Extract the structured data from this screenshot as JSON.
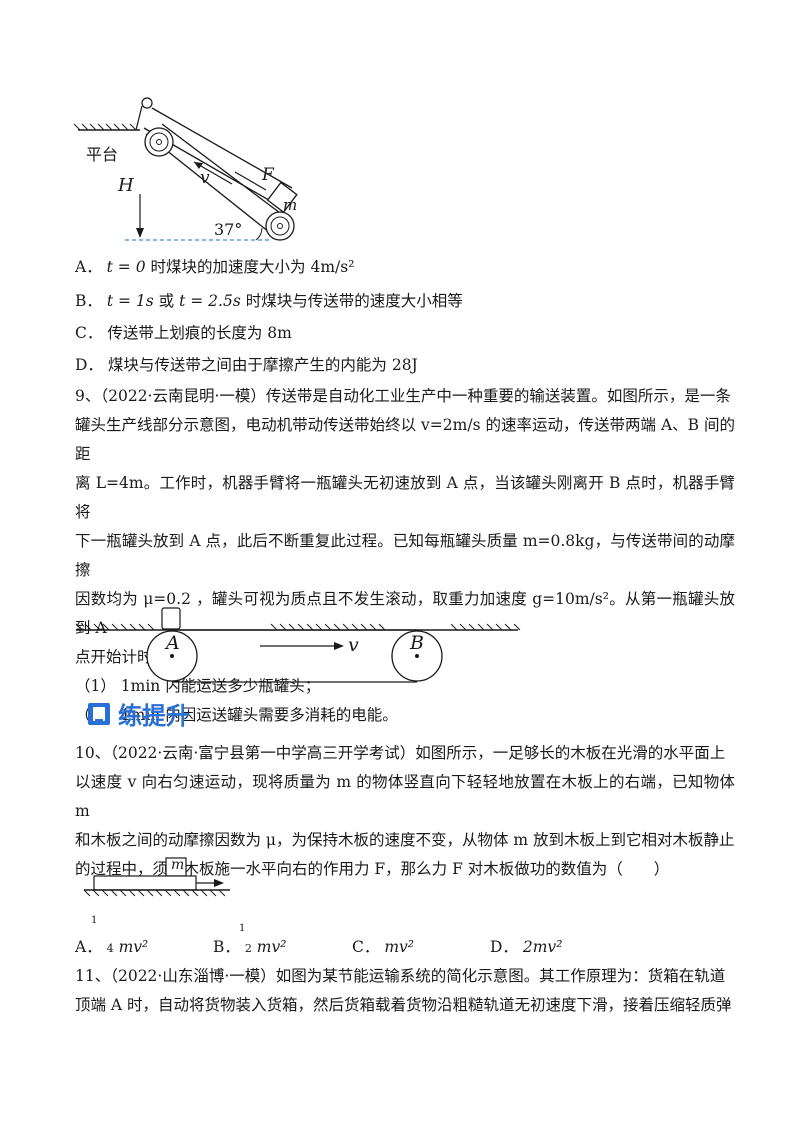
{
  "fig1": {
    "platform": "平台",
    "H": "H",
    "v": "v",
    "F": "F",
    "m": "m",
    "angle": "37°"
  },
  "q8_options": {
    "A": {
      "pre": "A．",
      "math": "t = 0",
      "text": "时煤块的加速度大小为",
      "val": "4m/s²"
    },
    "B": {
      "pre": "B．",
      "m1": "t = 1s",
      "or": "或",
      "m2": "t = 2.5s",
      "text": "时煤块与传送带的速度大小相等"
    },
    "C": {
      "pre": "C．",
      "text": "传送带上划痕的长度为",
      "val": "8m"
    },
    "D": {
      "pre": "D．",
      "text": "煤块与传送带之间由于摩擦产生的内能为",
      "val": "28J"
    }
  },
  "q9": {
    "l1": "9、（2022·云南昆明·一模）传送带是自动化工业生产中一种重要的输送装置。如图所示，是一条",
    "l2": "罐头生产线部分示意图，电动机带动传送带始终以 v=2m/s 的速率运动，传送带两端 A、B 间的距",
    "l3": "离 L=4m。工作时，机器手臂将一瓶罐头无初速放到 A 点，当该罐头刚离开 B 点时，机器手臂将",
    "l4": "下一瓶罐头放到 A 点，此后不断重复此过程。已知每瓶罐头质量 m=0.8kg，与传送带间的动摩擦",
    "l5": "因数均为 μ=0.2 ，罐头可视为质点且不发生滚动，取重力加速度 g=10m/s²。从第一瓶罐头放到 A",
    "l6": "点开始计时，求：",
    "s1": "（1） 1min 内能运送多少瓶罐头；",
    "s2": "（2） 1min  内因运送罐头需要多消耗的电能。"
  },
  "fig2": {
    "A": "A",
    "B": "B",
    "v": "v"
  },
  "section_title": "练提升",
  "q10": {
    "l1": "10、（2022·云南·富宁县第一中学高三开学考试）如图所示，一足够长的木板在光滑的水平面上",
    "l2": "以速度 v 向右匀速运动，现将质量为 m 的物体竖直向下轻轻地放置在木板上的右端，已知物体 m",
    "l3": "和木板之间的动摩擦因数为 μ，为保持木板的速度不变，从物体 m 放到木板上到它相对木板静止",
    "l4": "的过程中，须对木板施一水平向右的作用力 F，那么力 F 对木板做功的数值为（　　）",
    "fig_m": "m",
    "options": [
      {
        "pre": "A．",
        "num": "1",
        "den": "4",
        "val": "mv²"
      },
      {
        "pre": "B．",
        "num": "1",
        "den": "2",
        "val": "mv²"
      },
      {
        "pre": "C．",
        "val": "mv²"
      },
      {
        "pre": "D．",
        "val": "2mv²"
      }
    ]
  },
  "q11": {
    "l1": "11、（2022·山东淄博·一模）如图为某节能运输系统的简化示意图。其工作原理为：货箱在轨道",
    "l2": "顶端 A 时，自动将货物装入货箱，然后货箱载着货物沿粗糙轨道无初速度下滑，接着压缩轻质弹"
  }
}
